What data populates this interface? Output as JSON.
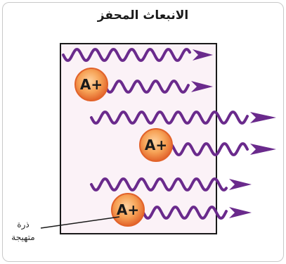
{
  "title": "الانبعاث المحفز",
  "atom_symbol": "A+",
  "label": {
    "line1": "ذرة",
    "line2": "متهيجة"
  },
  "colors": {
    "wave": "#6a2a8c",
    "box_fill": "#fbf2f7",
    "box_stroke": "#1a1a1a",
    "atom_core": "#f6a256",
    "atom_rim": "#e2632a",
    "text": "#1a1a1a"
  },
  "icons": [
    "photon-wave-icon",
    "arrowhead-icon",
    "excited-atom-icon"
  ]
}
